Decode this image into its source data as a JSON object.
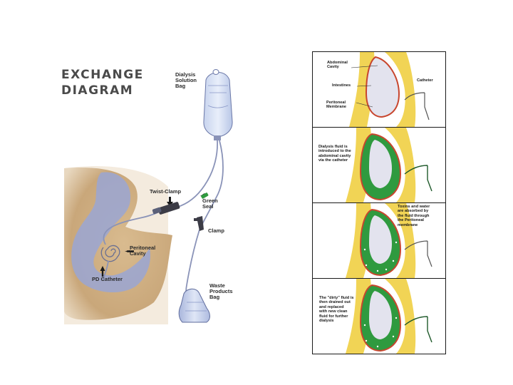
{
  "title": [
    "EXCHANGE",
    "DIAGRAM"
  ],
  "exchange": {
    "dialysis_bag": [
      "Dialysis",
      "Solution",
      "Bag"
    ],
    "twist_clamp": "Twist-Clamp",
    "green_seal": [
      "Green",
      "Seal"
    ],
    "clamp": "Clamp",
    "peritoneal_cavity": [
      "Peritoneal",
      "Cavity"
    ],
    "pd_catheter": "PD Catheter",
    "waste_bag": [
      "Waste",
      "Products",
      "Bag"
    ]
  },
  "panels": {
    "p1": {
      "abdominal": [
        "Abdominal",
        "Cavity"
      ],
      "intestines": "Intestines",
      "membrane": [
        "Peritoneal",
        "Membrane"
      ],
      "catheter": "Catheter"
    },
    "p2": [
      "Dialysis fluid is",
      "introduced to the",
      "abdominal cavity",
      "via the catheter"
    ],
    "p3": [
      "Toxins and water",
      "are absorbed by",
      "the fluid through",
      "the Peritoneal",
      "membrane"
    ],
    "p4": [
      "The \"dirty\" fluid is",
      "then drained out",
      "and replaced",
      "with new clean",
      "fluid for further",
      "dialysis"
    ]
  },
  "colors": {
    "skin": "#c9a77a",
    "cavity": "#9aa6d4",
    "tube": "#8a93b8",
    "green": "#2f9a3f",
    "yellow": "#f1d455",
    "membrane": "#c8462e"
  }
}
